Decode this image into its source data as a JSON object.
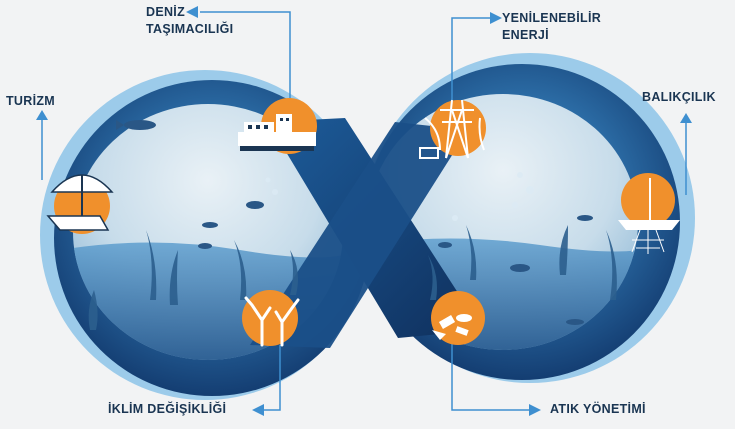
{
  "diagram": {
    "labels": {
      "deniz_line1": "DENİZ",
      "deniz_line2": "TAŞIMACILIĞI",
      "yenilenebilir_line1": "YENİLENEBİLİR",
      "yenilenebilir_line2": "ENERJİ",
      "turizm": "TURİZM",
      "balikcilik": "BALIKÇILIK",
      "iklim": "İKLİM DEĞİŞİKLİĞİ",
      "atik": "ATIK YÖNETİMİ"
    },
    "icons": [
      "ship-icon",
      "power-tower-icon",
      "beach-umbrella-icon",
      "fishing-boat-icon",
      "coral-icon",
      "waste-icon"
    ],
    "colors": {
      "ocean_dark": "#123a6e",
      "ocean_mid": "#1d5c9a",
      "ocean_light": "#4f95c8",
      "ring_light": "#8ec3e6",
      "accent_orange": "#f0902c",
      "label_text": "#1a3552",
      "arrow": "#3e8fd0"
    }
  }
}
